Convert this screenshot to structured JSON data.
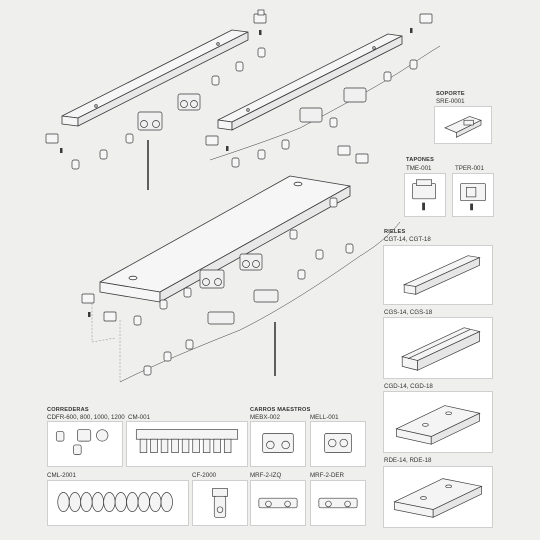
{
  "sections": {
    "soporte": {
      "title": "SOPORTE",
      "items": [
        "SRE-0001"
      ]
    },
    "tapones": {
      "title": "TAPONES",
      "items": [
        "TME-001",
        "TPER-001"
      ]
    },
    "rieles": {
      "title": "RIELES",
      "items": [
        "CGT-14, CGT-18",
        "CGS-14, CGS-18",
        "CGD-14, CGD-18",
        "RDE-14, RDE-18"
      ]
    },
    "correderas": {
      "title": "CORREDERAS",
      "items": [
        "CDFR-600, 800, 1000, 1200",
        "CM-001",
        "CML-2001",
        "CF-2000"
      ]
    },
    "carros_maestros": {
      "title": "CARROS MAESTROS",
      "items": [
        "MEBX-002",
        "MELL-001",
        "MRF-2-IZQ",
        "MRF-2-DER"
      ]
    }
  },
  "colors": {
    "background": "#efefed",
    "box": "#ffffff",
    "line": "#3a3a3a",
    "fill": "#f4f4f4",
    "accent": "#555555"
  }
}
